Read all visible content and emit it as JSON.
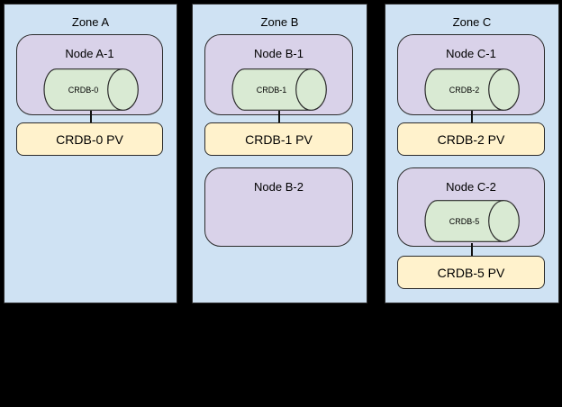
{
  "zones": [
    {
      "label": "Zone A",
      "nodes": [
        {
          "label": "Node A-1",
          "db": "CRDB-0",
          "pv": "CRDB-0 PV"
        }
      ]
    },
    {
      "label": "Zone B",
      "nodes": [
        {
          "label": "Node B-1",
          "db": "CRDB-1",
          "pv": "CRDB-1 PV"
        },
        {
          "label": "Node B-2"
        }
      ]
    },
    {
      "label": "Zone C",
      "nodes": [
        {
          "label": "Node C-1",
          "db": "CRDB-2",
          "pv": "CRDB-2 PV"
        },
        {
          "label": "Node C-2",
          "db": "CRDB-5",
          "pv": "CRDB-5 PV"
        }
      ]
    }
  ],
  "colors": {
    "background": "#000000",
    "zone_fill": "#cfe2f3",
    "node_fill": "#d9d2e9",
    "db_cylinder_fill": "#d9ead3",
    "pv_fill": "#fff2cc",
    "border": "#2b2b2b",
    "text": "#000000"
  }
}
